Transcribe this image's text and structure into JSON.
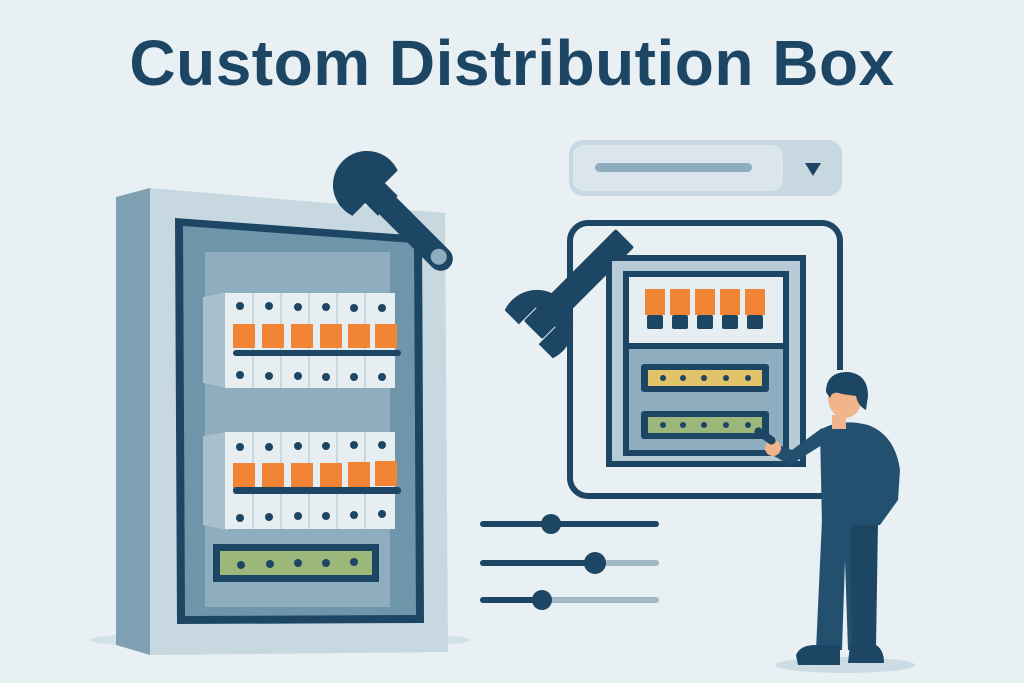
{
  "title": "Custom Distribution Box",
  "colors": {
    "background": "#e8f0f3",
    "navy": "#1d4564",
    "orange": "#f28535",
    "steel": "#6f95ab",
    "light_panel": "#c9dae3",
    "green_bar": "#9bb87a",
    "yellow_bar": "#e3c36a",
    "skin": "#f2b48a"
  },
  "left_cabinet": {
    "breaker_rows": 2,
    "breakers_per_row": 6,
    "terminal_dots": 5
  },
  "dropdown": {
    "icon": "chevron-down-icon"
  },
  "right_panel": {
    "breakers": 5,
    "terminal_bars": [
      {
        "color": "yellow",
        "dots": 5
      },
      {
        "color": "green",
        "dots": 5
      }
    ]
  },
  "sliders": [
    {
      "position_pct": 35
    },
    {
      "position_pct": 62
    },
    {
      "position_pct": 33
    }
  ],
  "icons": [
    "wrench-icon",
    "wrench-icon",
    "chevron-down-icon",
    "person-icon"
  ]
}
